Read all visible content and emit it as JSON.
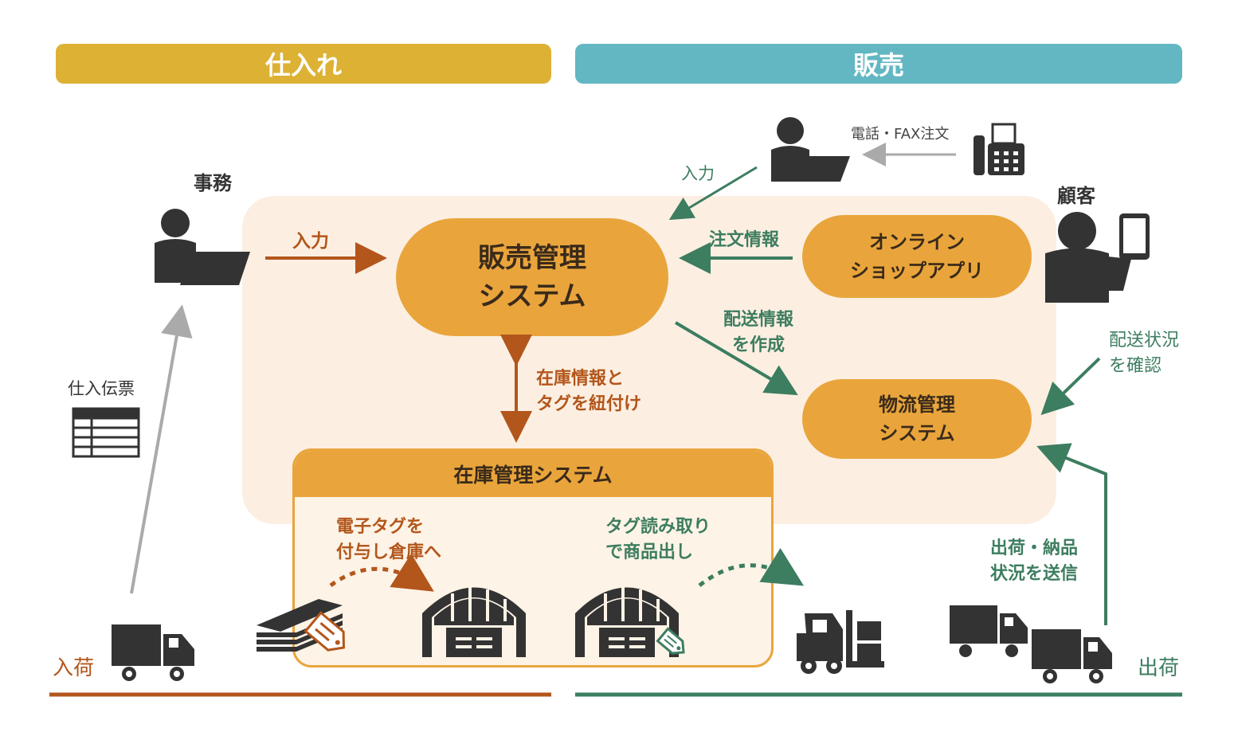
{
  "header": {
    "purchase": "仕入れ",
    "sales": "販売"
  },
  "actors": {
    "office": "事務",
    "customer": "顧客",
    "phone_fax_order": "電話・FAX注文"
  },
  "systems": {
    "sales_mgmt": [
      "販売管理",
      "システム"
    ],
    "online_shop": [
      "オンライン",
      "ショップアプリ"
    ],
    "logistics_mgmt": [
      "物流管理",
      "システム"
    ],
    "inventory_mgmt": "在庫管理システム"
  },
  "labels": {
    "input_top": "入力",
    "input_main": "入力",
    "order_info": "注文情報",
    "shipping_info": [
      "配送情報",
      "を作成"
    ],
    "shipping_status_check": [
      "配送状況",
      "を確認"
    ],
    "inventory_tag": [
      "在庫情報と",
      "タグを紐付け"
    ],
    "purchase_slip": "仕入伝票",
    "e_tag": [
      "電子タグを",
      "付与し倉庫へ"
    ],
    "tag_read": [
      "タグ読み取り",
      "で商品出し"
    ],
    "ship_status_send": [
      "出荷・納品",
      "状況を送信"
    ],
    "arrival": "入荷",
    "shipment": "出荷"
  },
  "colors": {
    "purchase_banner": "#ddb134",
    "sales_banner": "#62b7c2",
    "pill": "#e9a53c",
    "bg_area": "#fcefe2",
    "orange_arrow": "#b3561b",
    "green_arrow": "#3d7d60",
    "gray_arrow": "#aaaaaa",
    "icon": "#333333"
  }
}
